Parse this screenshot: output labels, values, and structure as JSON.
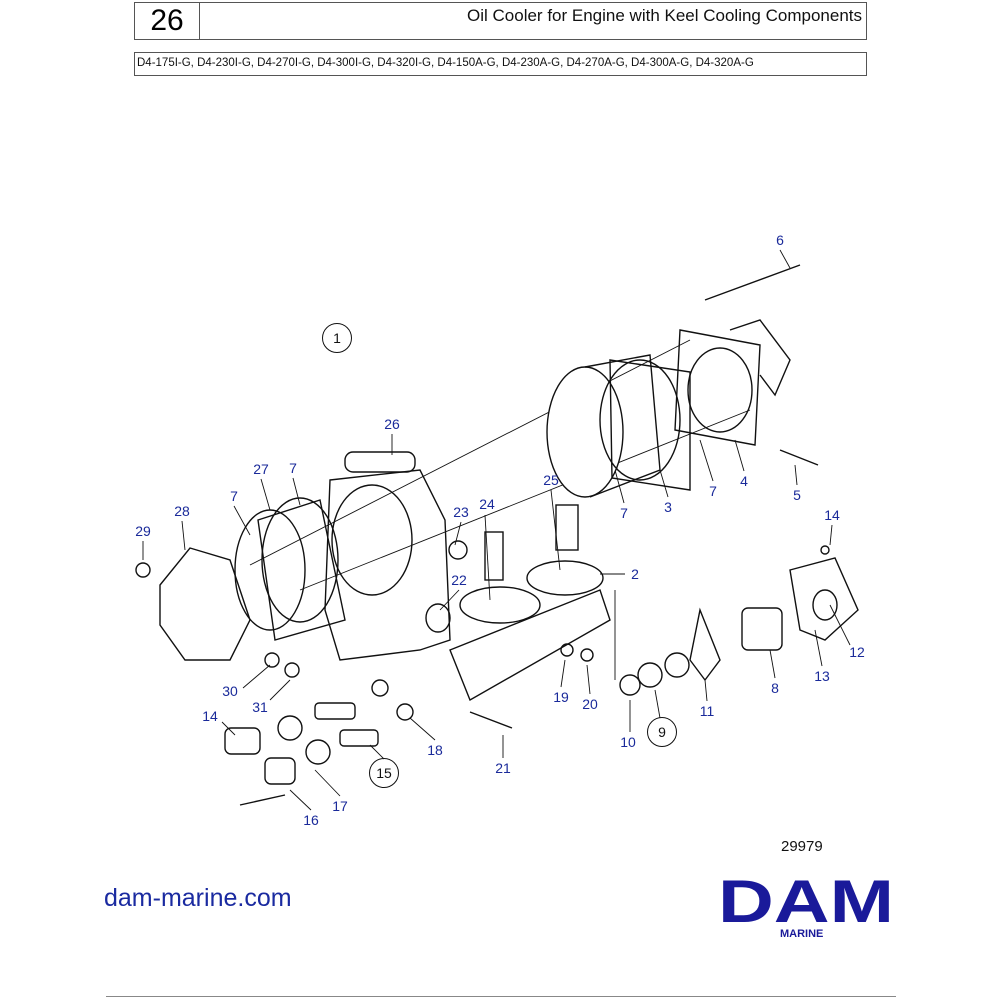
{
  "header": {
    "section_number": "26",
    "title": "Oil Cooler  for Engine with Keel Cooling Components",
    "models": "D4-175I-G, D4-230I-G, D4-270I-G, D4-300I-G, D4-320I-G, D4-150A-G, D4-230A-G, D4-270A-G, D4-300A-G, D4-320A-G"
  },
  "watermark": "DAM",
  "callouts": {
    "c1": "1",
    "c2": "2",
    "c3": "3",
    "c4": "4",
    "c5": "5",
    "c6": "6",
    "c7a": "7",
    "c7b": "7",
    "c7c": "7",
    "c7d": "7",
    "c8": "8",
    "c9": "9",
    "c10": "10",
    "c11": "11",
    "c12": "12",
    "c13": "13",
    "c14a": "14",
    "c14b": "14",
    "c15": "15",
    "c16": "16",
    "c17": "17",
    "c18": "18",
    "c19": "19",
    "c20": "20",
    "c21": "21",
    "c22": "22",
    "c23": "23",
    "c24": "24",
    "c25": "25",
    "c26": "26",
    "c27": "27",
    "c28": "28",
    "c29": "29",
    "c30": "30",
    "c31": "31"
  },
  "footer": {
    "diagram_ref": "29979",
    "website": "dam-marine.com",
    "logo_text": "DAM",
    "logo_subtext": "MARINE"
  },
  "colors": {
    "brand_blue": "#1a1a9a",
    "label_blue": "#1a2a9a"
  }
}
